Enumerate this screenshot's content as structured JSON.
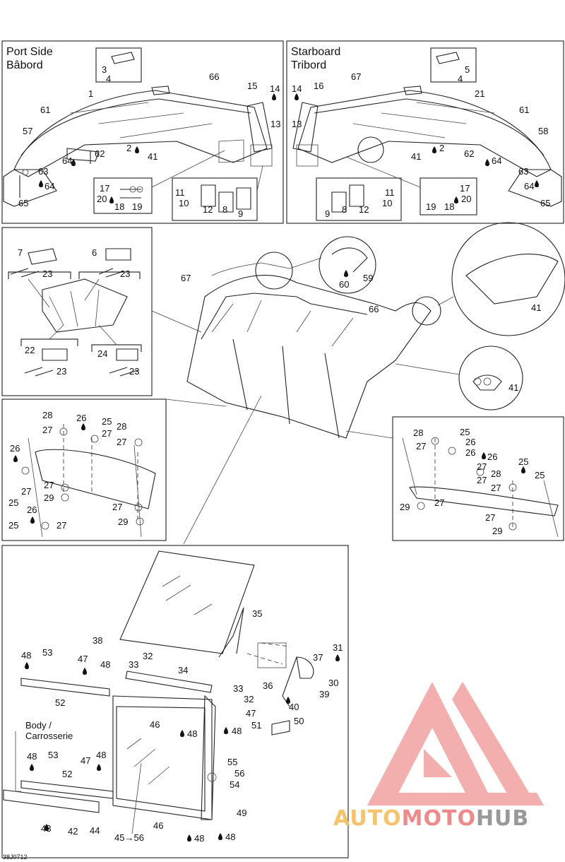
{
  "titles": {
    "port_en": "Port Side",
    "port_fr": "Bâbord",
    "starboard_en": "Starboard",
    "starboard_fr": "Tribord",
    "body_en": "Body /",
    "body_fr": "Carrosserie"
  },
  "figure_code": "38J0712",
  "watermark": {
    "part1": "AUTO",
    "part2": "MOTO",
    "part3": "HUB",
    "color_auto": "#f7c36a",
    "color_moto": "#f08a8a",
    "color_hub": "#999999",
    "color_triangle": "#f2a0a0"
  },
  "callouts": {
    "port": [
      "3",
      "4",
      "66",
      "1",
      "15",
      "14",
      "13",
      "61",
      "57",
      "2",
      "41",
      "64",
      "62",
      "63",
      "64",
      "65",
      "17",
      "20",
      "18",
      "19",
      "11",
      "10",
      "12",
      "8",
      "9"
    ],
    "starboard": [
      "5",
      "4",
      "16",
      "14",
      "67",
      "21",
      "13",
      "61",
      "58",
      "41",
      "2",
      "62",
      "64",
      "63",
      "64",
      "65",
      "17",
      "20",
      "19",
      "18",
      "11",
      "9",
      "8",
      "12",
      "10"
    ],
    "panel_a": [
      "7",
      "23",
      "6",
      "23",
      "22",
      "23",
      "24",
      "23"
    ],
    "center": [
      "67",
      "66",
      "60",
      "59",
      "41",
      "41"
    ],
    "panel_b": [
      "28",
      "26",
      "25",
      "27",
      "28",
      "27",
      "27",
      "26",
      "27",
      "25",
      "27",
      "29",
      "27",
      "29",
      "26",
      "25",
      "27"
    ],
    "panel_c": [
      "28",
      "25",
      "26",
      "27",
      "26",
      "26",
      "25",
      "27",
      "28",
      "25",
      "27",
      "27",
      "29",
      "27",
      "27",
      "29"
    ],
    "bottom": [
      "35",
      "38",
      "31",
      "37",
      "48",
      "53",
      "47",
      "48",
      "33",
      "32",
      "34",
      "30",
      "39",
      "36",
      "40",
      "52",
      "33",
      "32",
      "47",
      "48",
      "51",
      "50",
      "46",
      "48",
      "48",
      "53",
      "47",
      "48",
      "55",
      "52",
      "56",
      "54",
      "43",
      "42",
      "44",
      "45→56",
      "46",
      "48",
      "48",
      "49"
    ]
  }
}
